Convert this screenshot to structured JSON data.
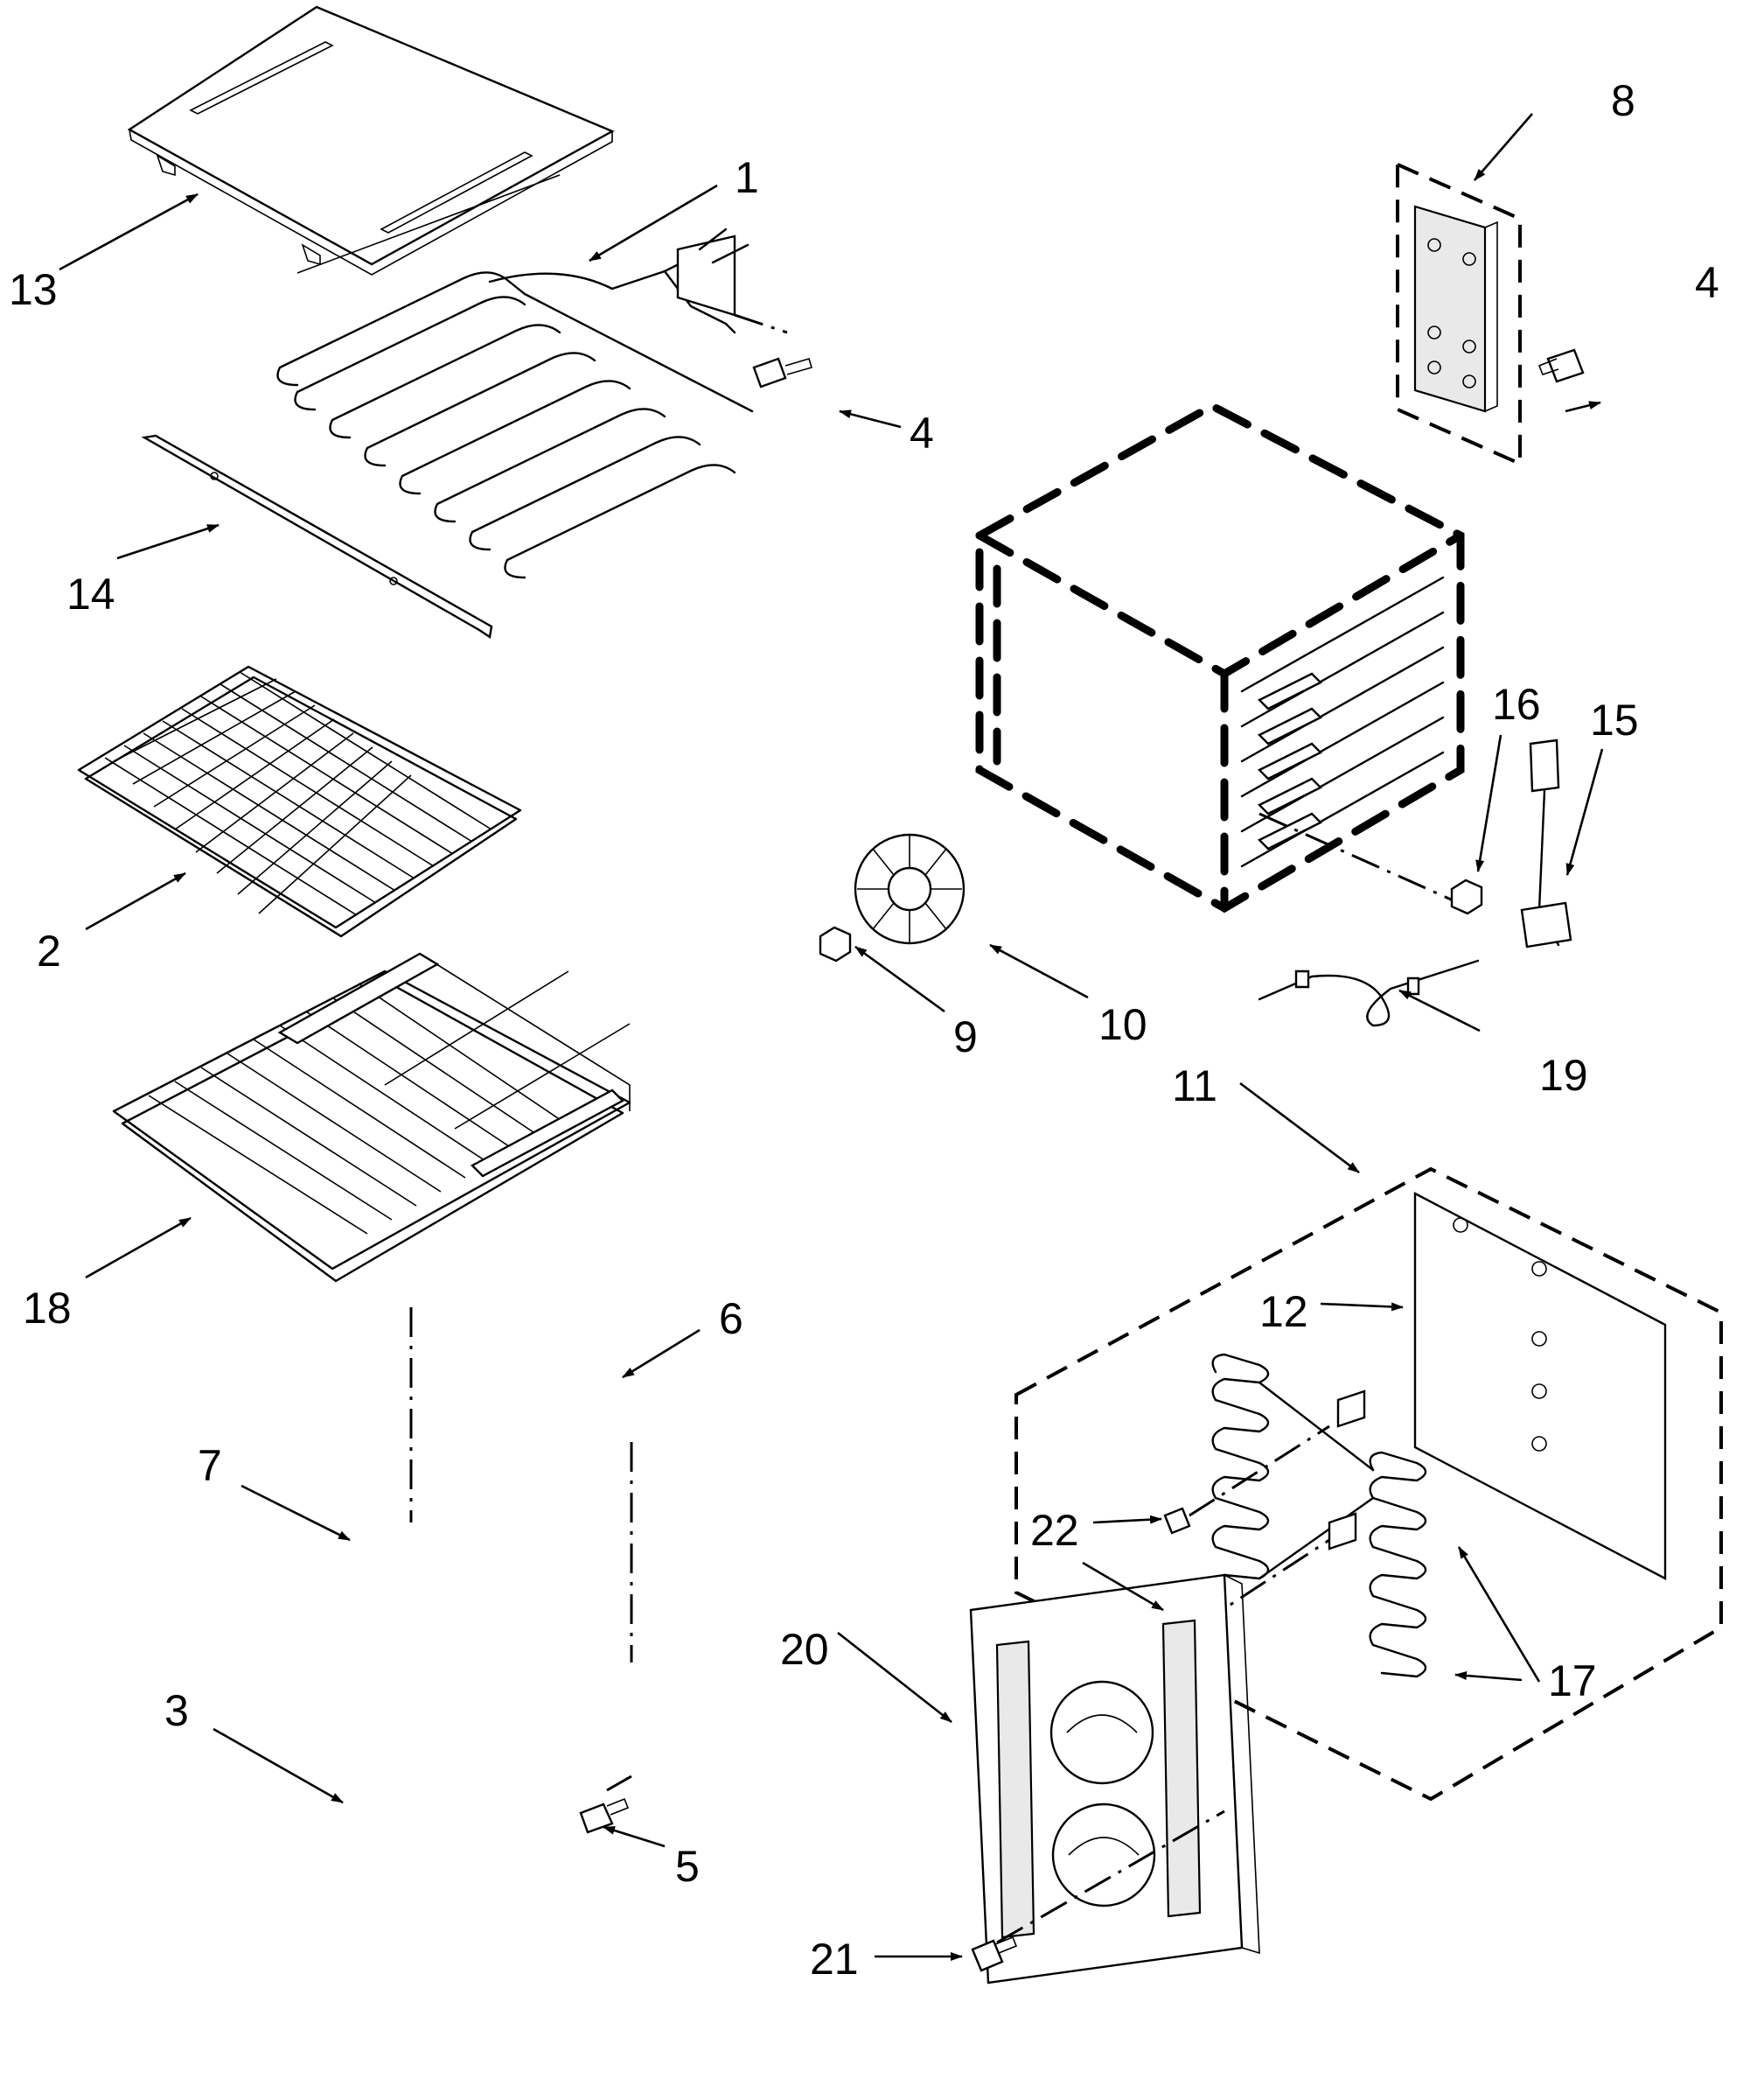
{
  "diagram": {
    "callouts": {
      "c1": "1",
      "c2": "2",
      "c3": "3",
      "c4a": "4",
      "c4b": "4",
      "c5": "5",
      "c6": "6",
      "c7": "7",
      "c8": "8",
      "c9": "9",
      "c10": "10",
      "c11": "11",
      "c12": "12",
      "c13": "13",
      "c14": "14",
      "c15": "15",
      "c16": "16",
      "c17": "17",
      "c18": "18",
      "c19": "19",
      "c20": "20",
      "c21": "21",
      "c22": "22"
    }
  }
}
